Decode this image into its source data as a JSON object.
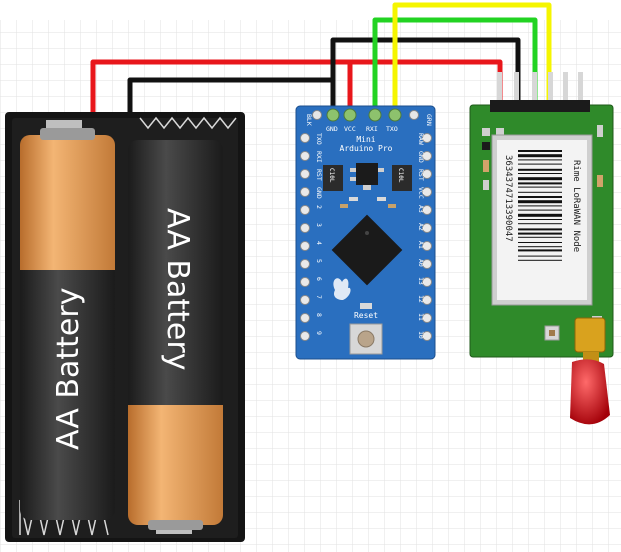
{
  "battery": {
    "left_label": "AA Battery",
    "right_label": "AA Battery"
  },
  "arduino": {
    "title_line1": "Mini",
    "title_line2": "Arduino Pro",
    "top_pins": [
      "GND",
      "VCC",
      "RXI",
      "TXO"
    ],
    "corner_left": "BLK",
    "corner_right": "GRN",
    "left_pins": [
      "TXO",
      "RXI",
      "RST",
      "GND",
      "2",
      "3",
      "4",
      "5",
      "6",
      "7",
      "8",
      "9"
    ],
    "right_pins": [
      "RAW",
      "GND",
      "RST",
      "VCC",
      "A3",
      "A2",
      "A1",
      "A0",
      "13",
      "12",
      "11",
      "10"
    ],
    "cap_label": "C10L",
    "reset_label": "Reset"
  },
  "lora": {
    "module_name": "Rime LoRaWAN Node",
    "serial": "3634374713390047"
  },
  "wires": {
    "red": "#e8161b",
    "black": "#111111",
    "green": "#22d322",
    "yellow": "#f5f500"
  },
  "colors": {
    "arduino_pcb": "#2a6fbf",
    "lora_pcb": "#2f8a2a",
    "battery_orange": "#d9954e"
  }
}
